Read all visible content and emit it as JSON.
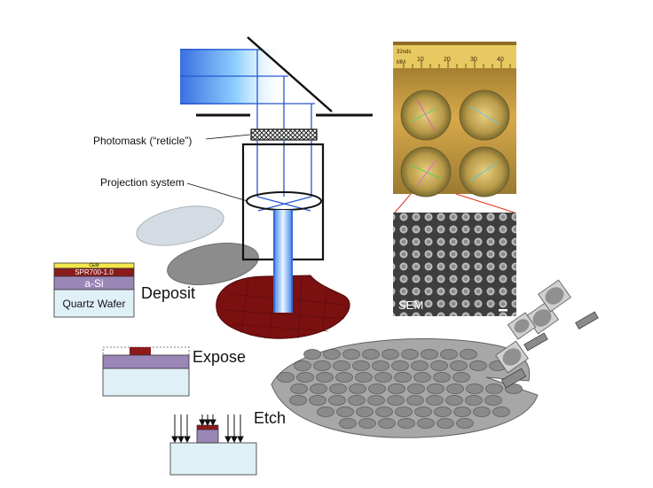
{
  "labels": {
    "photomask": "Photomask (“reticle”)",
    "projection_system": "Projection system",
    "sem": "SEM",
    "steps": {
      "deposit": "Deposit",
      "expose": "Expose",
      "etch": "Etch"
    }
  },
  "stack_layers": {
    "top": "CEM",
    "resist": "SPR700-1.0",
    "asi": "a-Si",
    "substrate": "Quartz Wafer"
  },
  "ruler": {
    "units_label": "32nds",
    "mm_label": "MM",
    "ticks": [
      "10",
      "20",
      "30",
      "40"
    ]
  },
  "colors": {
    "beam": "#3a5fd8",
    "wafer_red": "#7a1010",
    "asi": "#9b86b8",
    "quartz": "#dff0f6",
    "resist_red": "#8b1a1a",
    "cem_yellow": "#f4e84a",
    "zoom_line": "#e03020"
  }
}
